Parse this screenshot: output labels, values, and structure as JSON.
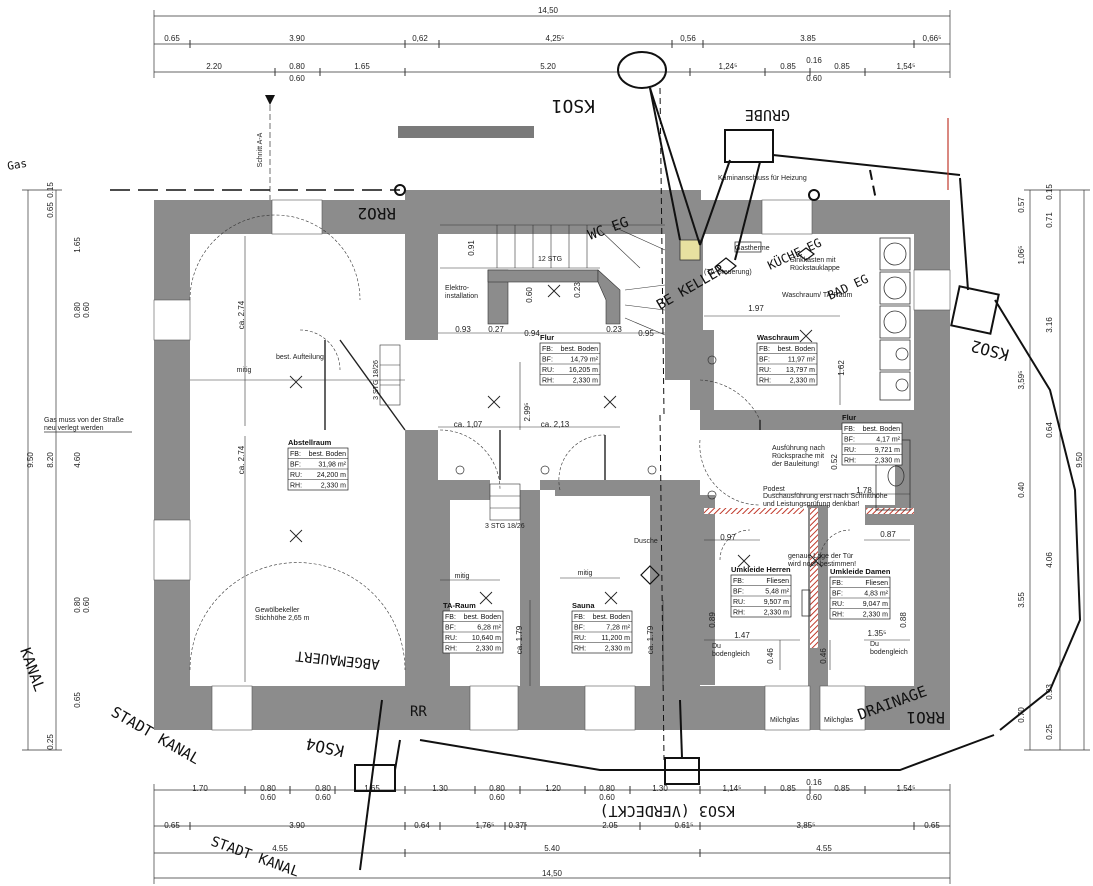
{
  "dimensions": {
    "top_total": "14,50",
    "top_row1": [
      "0.65",
      "3.90",
      "0,62",
      "4,25⁵",
      "0,56",
      "3.85",
      "0,66⁵"
    ],
    "top_row2": [
      "2.20",
      "0.80",
      "0.60",
      "1.65",
      "5.20",
      "1,24⁵",
      "0.85",
      "0.16",
      "0.60",
      "0.85",
      "1,54⁵"
    ],
    "bottom_row1": [
      "1.70",
      "0.80",
      "0.60",
      "0.80",
      "0.60",
      "1.65",
      "1.30",
      "0.80",
      "0.60",
      "1.20",
      "0.80",
      "0.60",
      "1.30",
      "1,14⁵",
      "0.85",
      "0.16",
      "0.60",
      "0.85",
      "1.54⁵"
    ],
    "bottom_row2": [
      "0.65",
      "3.90",
      "0.64",
      "1,76⁵",
      "0.37⁵",
      "2.05",
      "0.61⁵",
      "3,85⁵",
      "0.65"
    ],
    "bottom_row3": [
      "4.55",
      "5.40",
      "4.55"
    ],
    "bottom_total": "14,50",
    "left_total": "9.50",
    "left_inner": "8.20",
    "left_parts": [
      "0.15",
      "0.65",
      "1.65",
      "0.80",
      "0.60",
      "4.60",
      "0.80",
      "0.60",
      "0.65",
      "0.25"
    ],
    "right_total": "9.50",
    "right_parts": [
      "0.15",
      "0.57",
      "0.71",
      "1,06⁵",
      "3.16",
      "3,59⁵",
      "0.64",
      "0.40",
      "4.06",
      "3.55",
      "0.93",
      "0.70",
      "0.25"
    ],
    "inner": [
      "0.91",
      "0.60",
      "0.23",
      "0.93",
      "0.27",
      "0.94",
      "0.23",
      "0.95",
      "1.97",
      "2.99⁵",
      "ca. 1,07",
      "ca. 2,13",
      "ca. 2.74",
      "ca. 2.74",
      "1.62",
      "0.52",
      "1,78",
      "0.97",
      "0.87",
      "1.47",
      "1.35⁵",
      "0.46",
      "0.46",
      "ca. 1.79",
      "ca. 1.79",
      "0.89",
      "0.88",
      "mitig",
      "mitig",
      "mitig"
    ]
  },
  "labels": {
    "schnitt": "Schnitt A-A",
    "kamin": "Kaminanschluss für Heizung",
    "gastherme": "Gastherme",
    "ta_steuerung": "(TA-Steuerung)",
    "elektro": "Elektro-\ninstallation",
    "stufen_12": "12 STG",
    "stufen_3a": "3 STG 18/26",
    "stufen_3b": "3 STG 18/26",
    "auftei": "best. Aufteilung",
    "gas": "Gas muss von der Straße\nneu verlegt werden",
    "gewoelbe": "Gewölbekeller\nStichhöhe 2,65 m",
    "dusche": "Dusche",
    "sinkkasten": "Sinkkasten mit\nRückstauklappe",
    "podest": "Podest",
    "absprache": "Ausführung nach\nRücksprache mit\nder Bauleitung!",
    "duschausf": "Duschausführung erst nach Schnitthöhe\nund Leistungsprüfung denkbar!",
    "genau": "genaue Lage der Tür\nwird noch bestimmen!",
    "bodengleich_l": "Du\nbodengleich",
    "bodengleich_r": "Du\nbodengleich",
    "milchglas_l": "Milchglas",
    "milchglas_r": "Milchglas"
  },
  "rooms": [
    {
      "name": "Abstellraum",
      "fb": "best. Boden",
      "bf": "31,98 m²",
      "ru": "24,200 m",
      "rh": "2,330 m"
    },
    {
      "name": "Flur",
      "fb": "best. Boden",
      "bf": "14,79 m²",
      "ru": "16,205 m",
      "rh": "2,330 m"
    },
    {
      "name": "Waschraum",
      "fb": "best. Boden",
      "bf": "11,97 m²",
      "ru": "13,797 m",
      "rh": "2,330 m"
    },
    {
      "name": "Flur",
      "fb": "best. Boden",
      "bf": "4,17 m²",
      "ru": "9,721 m",
      "rh": "2,330 m"
    },
    {
      "name": "TA-Raum",
      "fb": "best. Boden",
      "bf": "6,28 m²",
      "ru": "10,640 m",
      "rh": "2,330 m"
    },
    {
      "name": "Sauna",
      "fb": "best. Boden",
      "bf": "7,28 m²",
      "ru": "11,200 m",
      "rh": "2,330 m"
    },
    {
      "name": "Umkleide Herren",
      "fb": "Fliesen",
      "bf": "5,48 m²",
      "ru": "9,507 m",
      "rh": "2,330 m"
    },
    {
      "name": "Umkleide Damen",
      "fb": "Fliesen",
      "bf": "4,83 m²",
      "ru": "9,047 m",
      "rh": "2,330 m"
    }
  ],
  "table_keys": [
    "FB:",
    "BF:",
    "RU:",
    "RH:"
  ],
  "waschraum_title": "Waschraum/ TA-Raum",
  "handwriting": {
    "kso1": "KSO1",
    "grube": "GRUBE",
    "rro2": "RRO2",
    "we_eg": "WC EG",
    "kue_eg": "KÜCHE EG",
    "bad_eg": "BAD EG",
    "bel_keller": "BE KELLER",
    "kso2": "KSO2",
    "rro1": "RRO1",
    "rr": "RR",
    "abgemauert": "ABGEMAUERT",
    "kso4": "KSO4",
    "kso3": "KSO3 (VERDECKT)",
    "drainage": "DRAINAGE",
    "strasse_kanal": "STADT KANAL",
    "stadt_kanal2": "STADT KANAL",
    "kanal": "KANAL",
    "scribble": "Gas"
  },
  "colors": {
    "wall": "#8c8c8c",
    "ink": "#111111",
    "stripe": "#c0392b"
  }
}
